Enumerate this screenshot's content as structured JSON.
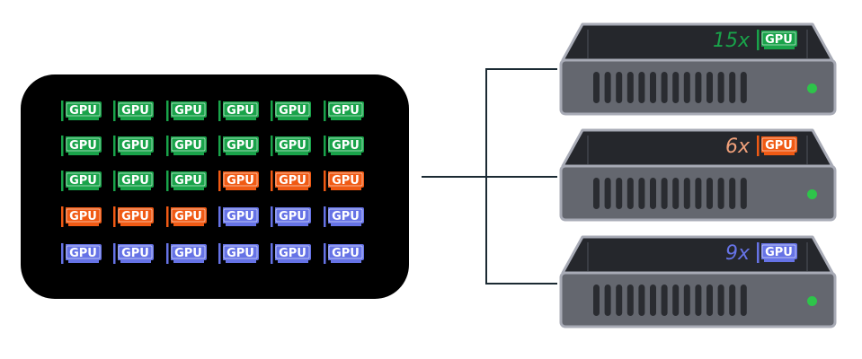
{
  "colors": {
    "nvidia": "#19a34a",
    "amd": "#f05a14",
    "intel": "#6673e6",
    "pool_bg": "#000000",
    "server_face": "#64676f",
    "server_top": "#25272c",
    "server_border": "#a8abb6",
    "wire": "#1b2a33",
    "led": "#2ec44a"
  },
  "icons": {
    "gpu_card": "gpu-card-icon",
    "server": "server-rack-icon",
    "led": "status-led-icon"
  },
  "gpu_label": "GPU",
  "pool": {
    "rows": [
      [
        "nvidia",
        "nvidia",
        "nvidia",
        "nvidia",
        "nvidia",
        "nvidia"
      ],
      [
        "nvidia",
        "nvidia",
        "nvidia",
        "nvidia",
        "nvidia",
        "nvidia"
      ],
      [
        "nvidia",
        "nvidia",
        "nvidia",
        "amd",
        "amd",
        "amd"
      ],
      [
        "amd",
        "amd",
        "amd",
        "intel",
        "intel",
        "intel"
      ],
      [
        "intel",
        "intel",
        "intel",
        "intel",
        "intel",
        "intel"
      ]
    ]
  },
  "servers": [
    {
      "count_label": "15x",
      "gpu_type": "nvidia",
      "count_color": "#19a34a"
    },
    {
      "count_label": "6x",
      "gpu_type": "amd",
      "count_color": "#f0a07a"
    },
    {
      "count_label": "9x",
      "gpu_type": "intel",
      "count_color": "#6673e6"
    }
  ]
}
